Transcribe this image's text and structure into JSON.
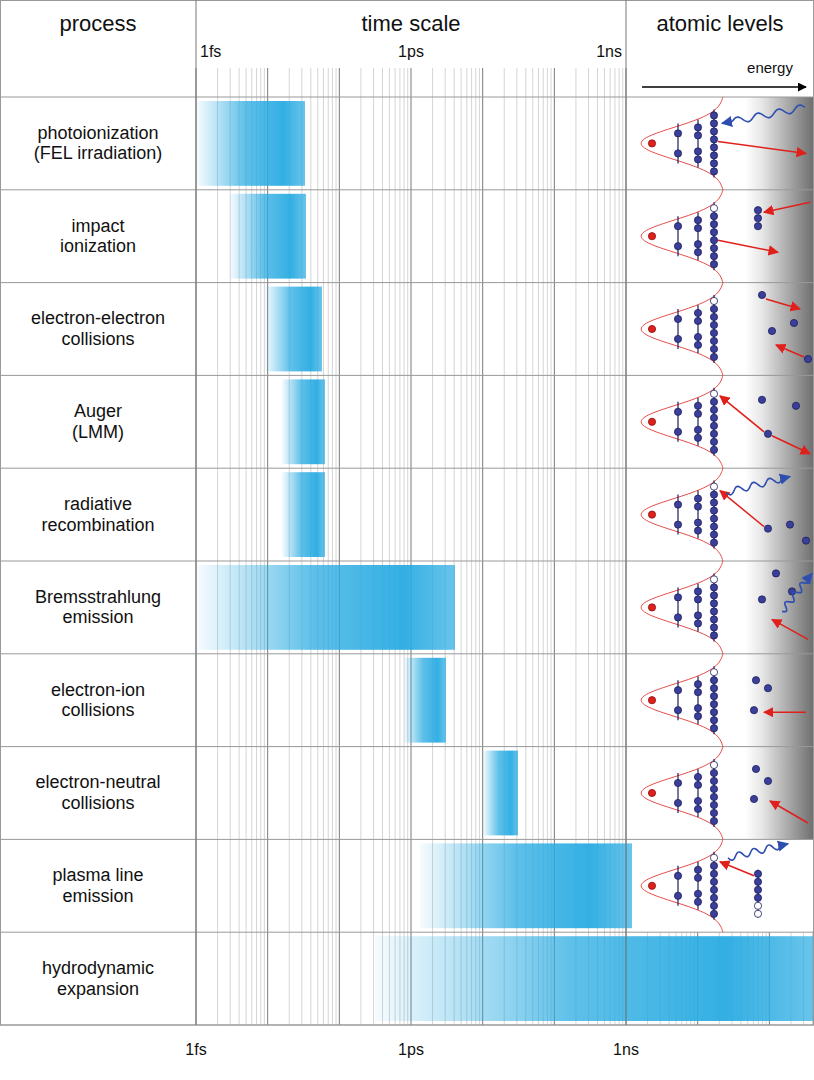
{
  "diagram": {
    "labels": [
      "process",
      "time scale",
      "atomic levels",
      "1fs",
      "1ps",
      "1ns",
      "energy",
      "photoionization (FEL irradiation)",
      "impact ionization",
      "electron-electron collisions",
      "Auger (LMM)",
      "radiative recombination",
      "Bremsstrahlung emission",
      "electron-ion collisions",
      "electron-neutral collisions",
      "plasma line emission",
      "hydrodynamic expansion",
      "1fs",
      "1ps",
      "1ns"
    ]
  }
}
